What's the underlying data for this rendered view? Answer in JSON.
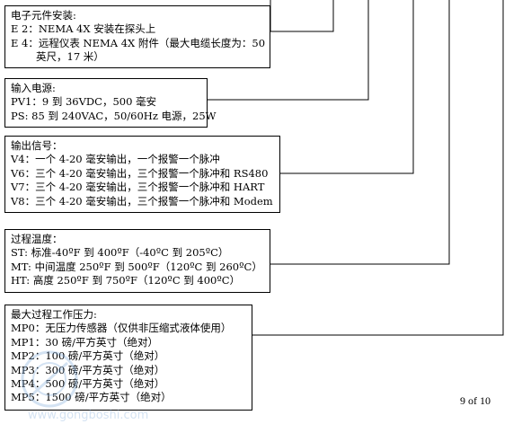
{
  "sections": [
    {
      "id": "electronics",
      "title": "电子元件安装:",
      "lines": [
        "E 2：NEMA 4X 安装在探头上",
        "E 4：远程仪表 NEMA 4X 附件（最大电缆长度为：50",
        "英尺，17 米）"
      ]
    },
    {
      "id": "power",
      "title": "输入电源:",
      "lines": [
        "PV1：9 到 36VDC，500 毫安",
        "PS: 85 到 240VAC，50/60Hz 电源，25W"
      ]
    },
    {
      "id": "output",
      "title": "输出信号：",
      "lines": [
        "V4：一个 4-20 毫安输出，一个报警一个脉冲",
        "V6：三个 4-20 毫安输出，三个报警一个脉冲和 RS480",
        "V7：三个 4-20 毫安输出，三个报警一个脉冲和 HART",
        "V8：三个 4-20 毫安输出，三个报警一个脉冲和 Modem"
      ]
    },
    {
      "id": "temperature",
      "title": "过程温度：",
      "lines": [
        "ST:   标准-40ºF 到 400ºF（-40ºC 到 205ºC）",
        "MT: 中间温度 250ºF 到 500ºF（120ºC 到 260ºC）",
        "HT:   高度 250ºF 到 750ºF（120ºC 到 400ºC）"
      ]
    },
    {
      "id": "pressure",
      "title": "最大过程工作压力:",
      "lines": [
        "MP0：无压力传感器（仅供非压缩式液体使用）",
        "MP1：30 磅/平方英寸（绝对）",
        "MP2：100 磅/平方英寸（绝对）",
        "MP3：300 磅/平方英寸（绝对）",
        "MP4：500 磅/平方英寸（绝对）",
        "MP5：1500 磅/平方英寸（绝对）"
      ]
    }
  ],
  "page_number": "9 of 10",
  "watermark_text": "www.gongboshi.com"
}
